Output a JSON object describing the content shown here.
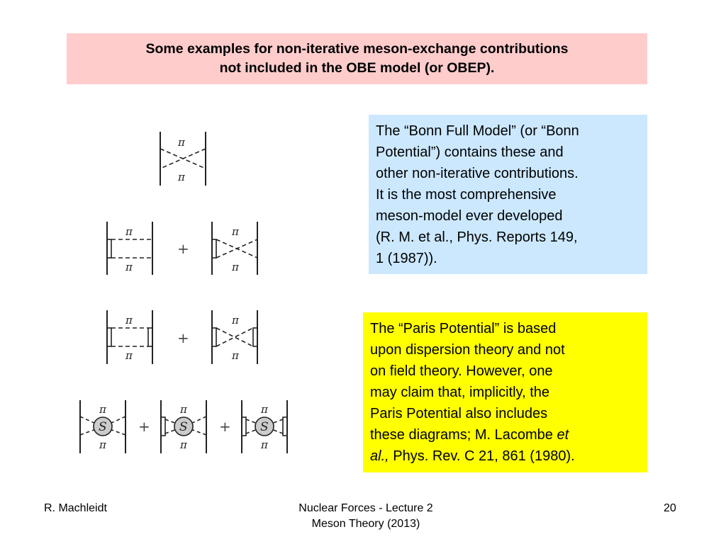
{
  "title": {
    "line1": "Some examples for non-iterative meson-exchange contributions",
    "line2": "not included in the OBE model (or OBEP)."
  },
  "bonn_box": {
    "lines": [
      "The “Bonn Full Model” (or “Bonn",
      "Potential”) contains these and",
      "other non-iterative contributions.",
      "It is the most comprehensive",
      "meson-model ever developed",
      "(R. M. et al., Phys. Reports 149,",
      "1 (1987))."
    ],
    "color": "#cce8ff"
  },
  "paris_box": {
    "lines": [
      "The “Paris Potential” is based",
      "upon dispersion theory and not",
      "on field theory. However, one",
      "may claim that, implicitly, the",
      "Paris Potential also includes",
      "these diagrams; M. Lacombe"
    ],
    "line6_italic": "et",
    "line7_italic": "al.,",
    "line7_rest": " Phys. Rev. C 21, 861 (1980).",
    "color": "#ffff00"
  },
  "diagram_labels": {
    "pion": "π",
    "plus": "+",
    "blob": "S"
  },
  "footer": {
    "author": "R. Machleidt",
    "course_line1": "Nuclear Forces - Lecture 2",
    "course_line2": "Meson Theory (2013)",
    "page": "20"
  },
  "title_color": "#ffcccc"
}
